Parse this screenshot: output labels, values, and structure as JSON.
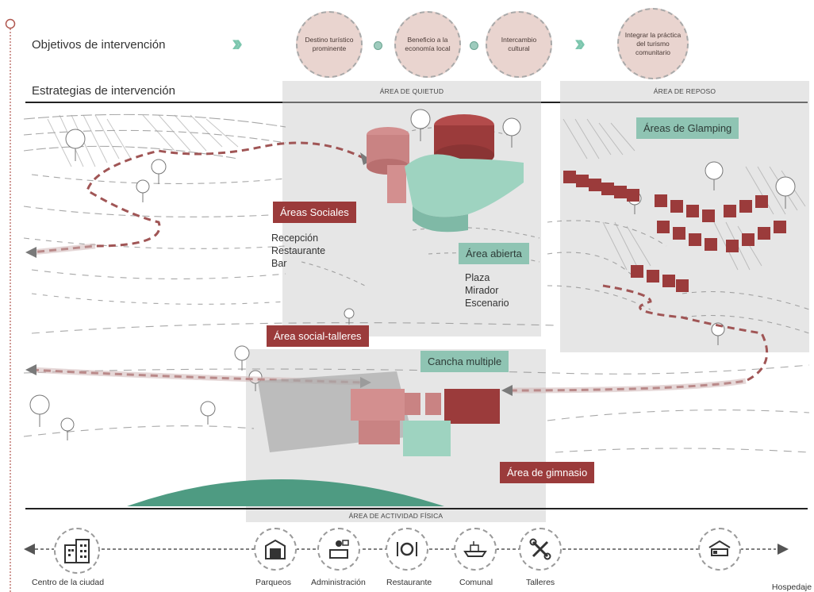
{
  "objectives": {
    "title": "Objetivos de intervención",
    "items": [
      "Destino turístico prominente",
      "Beneficio a la economía local",
      "Intercambio cultural",
      "Integrar la práctica del turismo comunitario"
    ]
  },
  "strategies": {
    "title": "Estrategias de intervención",
    "zones": {
      "quietud": "ÁREA DE QUIETUD",
      "reposo": "ÁREA DE REPOSO",
      "actividad": "ÁREA DE ACTIVIDAD FÍSICA"
    },
    "tags": {
      "glamping": "Áreas de Glamping",
      "sociales": "Áreas Sociales",
      "abierta": "Área abierta",
      "talleres": "Área social-talleres",
      "cancha": "Cancha multiple",
      "gimnasio": "Área de gimnasio"
    },
    "sociales_list": [
      "Recepción",
      "Restaurante",
      "Bar"
    ],
    "abierta_list": [
      "Plaza",
      "Mirador",
      "Escenario"
    ]
  },
  "route": {
    "start": "Centro de la ciudad",
    "stops": [
      "Parqueos",
      "Administración",
      "Restaurante",
      "Comunal",
      "Talleres"
    ],
    "end": "Hospedaje"
  },
  "colors": {
    "red": "#9b3b3b",
    "pink": "#c98383",
    "green": "#8fc4b3",
    "accent": "#7cc6ae"
  }
}
